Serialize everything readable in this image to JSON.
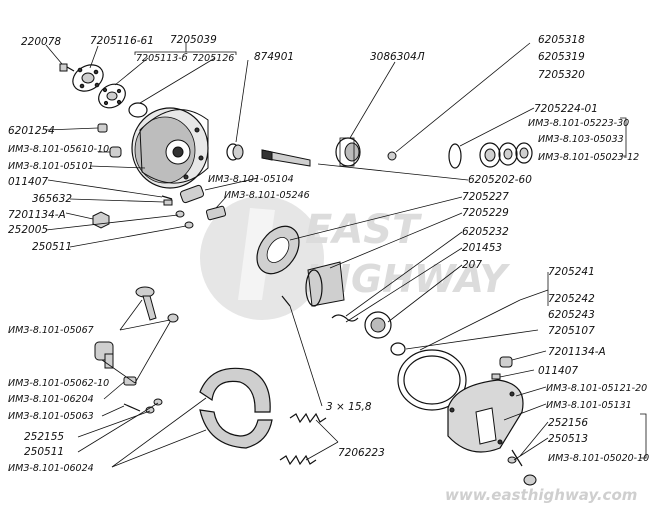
{
  "labels": {
    "l220078": "220078",
    "l7205116_61": "7205116-61",
    "l7205039": "7205039",
    "l7205113_6": "7205113-б",
    "l7205126": "7205126",
    "l874901": "874901",
    "l3086304L": "3086304Л",
    "l6205318": "6205318",
    "l6205319": "6205319",
    "l7205320": "7205320",
    "l6201254": "6201254",
    "l05610_10": "ИМЗ-8.101-05610-10",
    "l05101": "ИМЗ-8.101-05101",
    "l011407a": "011407",
    "l365632": "365632",
    "l7201134A_a": "7201134-А",
    "l252005": "252005",
    "l250511a": "250511",
    "l05104": "ИМЗ-8.101-05104",
    "l05246": "ИМЗ-8.101-05246",
    "l7205224_01": "7205224-01",
    "l05223_30": "ИМЗ-8.101-05223-30",
    "l05033": "ИМЗ-8.103-05033",
    "l05023_12": "ИМЗ-8.101-05023-12",
    "l6205202_60": "6205202-60",
    "l7205227": "7205227",
    "l7205229": "7205229",
    "l6205232": "6205232",
    "l201453": "201453",
    "l207": "207",
    "l7205241": "7205241",
    "l7205242": "7205242",
    "l6205243": "6205243",
    "l7205107": "7205107",
    "l7201134A_b": "7201134-А",
    "l011407b": "011407",
    "l05121_20": "ИМЗ-8.101-05121-20",
    "l05131": "ИМЗ-8.101-05131",
    "l252156": "252156",
    "l250513": "250513",
    "l05020_10": "ИМЗ-8.101-05020-10",
    "l05067": "ИМЗ-8.101-05067",
    "l05062_10": "ИМЗ-8.101-05062-10",
    "l06204": "ИМЗ-8.101-06204",
    "l05063": "ИМЗ-8.101-05063",
    "l252155": "252155",
    "l250511b": "250511",
    "l06024": "ИМЗ-8.101-06024",
    "l3x15_8": "3 × 15,8",
    "l7206223": "7206223"
  },
  "watermark": {
    "brand_line1": "EAST",
    "brand_line2": "HIGHWAY",
    "url": "www.easthighway.com"
  },
  "colors": {
    "ink": "#111111",
    "watermark": "#d9d9d9",
    "background": "#ffffff"
  }
}
